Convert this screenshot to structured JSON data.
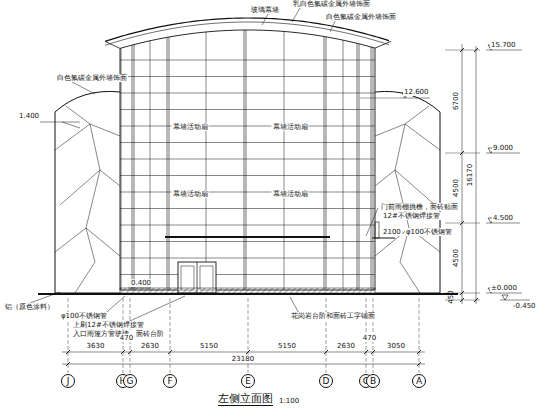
{
  "diagram": {
    "title": "左侧立面图",
    "nodes": [
      {
        "text": [
          "J"
        ]
      },
      {
        "text": [
          "H"
        ]
      },
      {
        "text": [
          "G"
        ]
      },
      {
        "text": [
          "F"
        ]
      },
      {
        "text": [
          "E"
        ]
      },
      {
        "text": [
          "D"
        ]
      },
      {
        "text": [
          "C"
        ]
      },
      {
        "text": [
          "B"
        ]
      },
      {
        "text": [
          "A"
        ]
      }
    ],
    "labels": [
      "玻璃幕墙",
      "乳白色氟碳金属外墙饰面",
      "白色氟碳金属外墙饰面",
      "白色氟碳金属外墙饰面",
      "幕墙活动扇",
      "幕墙活动扇",
      "幕墙活动扇",
      "幕墙活动扇",
      "1.400",
      "0.400",
      "12.600",
      "15.700",
      "9.000",
      "4.500",
      "±0.000",
      "-0.450",
      "6700",
      "4500",
      "4500",
      "450",
      "16170",
      "门前雨棚挑檐，面砖贴面",
      "12#不锈钢焊接管",
      "2100",
      "φ100不锈钢管",
      "φ100不锈钢管",
      "上刷12#不锈钢焊接管",
      "入口雨篷方管玻璃，面砖台阶",
      "铝（原色涂料）",
      "花岗岩台阶和面砖工字铺面",
      "3630",
      "470",
      "2630",
      "5150",
      "5150",
      "2630",
      "470",
      "3050",
      "23180",
      "1:100"
    ]
  }
}
